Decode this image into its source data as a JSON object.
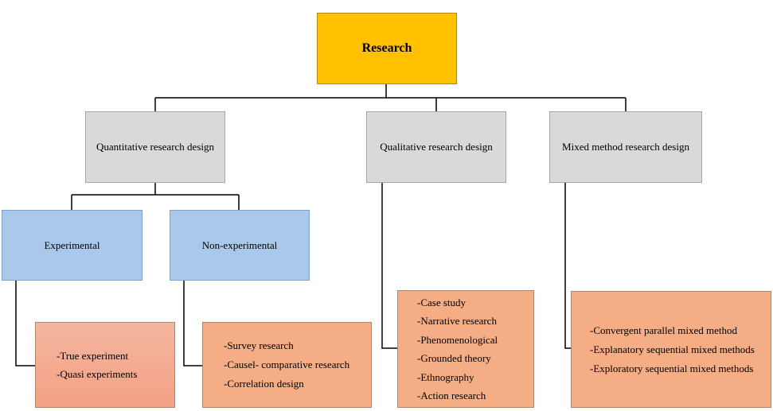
{
  "root": {
    "label": "Research"
  },
  "designs": {
    "quantitative": {
      "label": "Quantitative research design"
    },
    "qualitative": {
      "label": "Qualitative research design"
    },
    "mixed": {
      "label": "Mixed method research design"
    }
  },
  "quantitative_types": {
    "experimental": {
      "label": "Experimental"
    },
    "non_experimental": {
      "label": "Non-experimental"
    }
  },
  "lists": {
    "experimental": [
      "-True experiment",
      "-Quasi experiments"
    ],
    "non_experimental": [
      "-Survey research",
      "-Causel- comparative research",
      "-Correlation design"
    ],
    "qualitative": [
      "-Case study",
      "-Narrative research",
      "-Phenomenological",
      "-Grounded theory",
      "-Ethnography",
      "-Action research"
    ],
    "mixed": [
      "-Convergent parallel mixed method",
      "-Explanatory sequential mixed methods",
      "-Exploratory sequential mixed methods"
    ]
  },
  "colors": {
    "root_fill": "#ffc000",
    "design_fill": "#d9d9d9",
    "type_fill": "#a9c8ea",
    "list_fill": "#f4b084"
  }
}
